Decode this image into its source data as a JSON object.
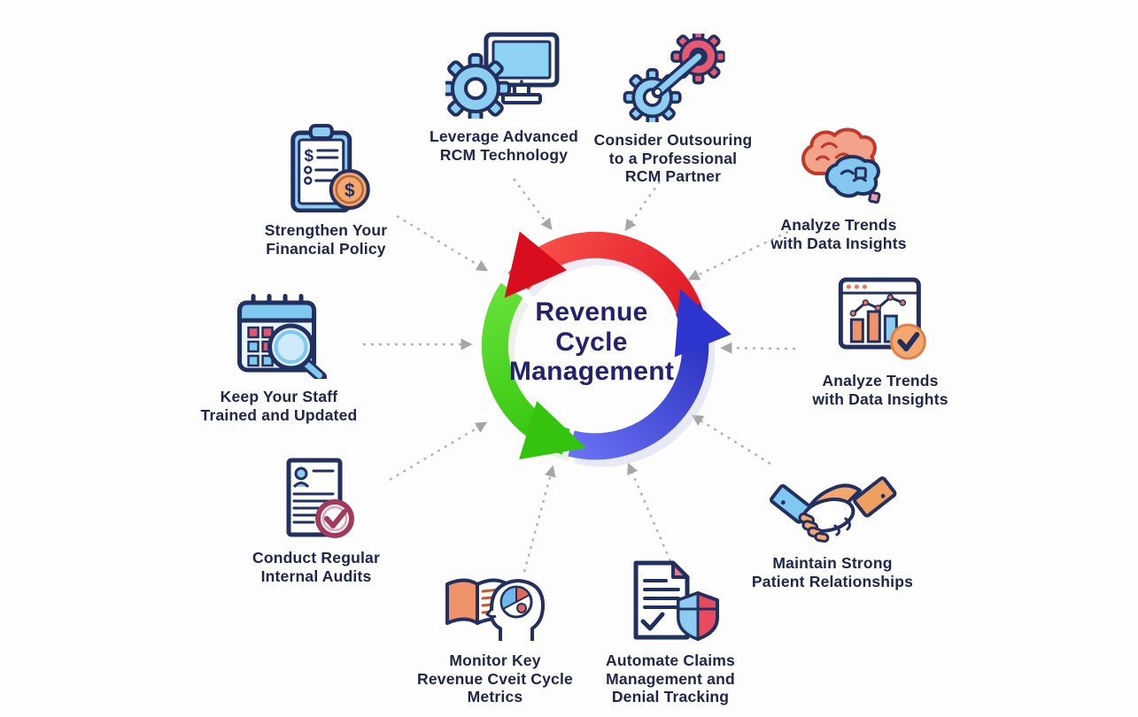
{
  "diagram": {
    "center": {
      "label": "Revenue Cycle Management",
      "lines": [
        "Revenue",
        "Cycle",
        "Management"
      ]
    },
    "cycle_direction": "counterclockwise",
    "colors": {
      "arc_red": "#e01523",
      "arc_green": "#42cf12",
      "arc_blue": "#3038cc",
      "center_text": "#232270",
      "label_text": "#20254a",
      "connector_gray": "#b2b2b2",
      "icon_blue": "#8ecdf2",
      "icon_orange": "#f5a76d",
      "icon_pink": "#e85a74",
      "icon_maroon": "#a23a5c",
      "outline_navy": "#223060"
    },
    "items": [
      {
        "id": "leverage-technology",
        "icon": "gear-monitor-icon",
        "label": "Leverage Advanced RCM Technology",
        "lines": [
          "Leverage Advanced",
          "RCM Technology"
        ]
      },
      {
        "id": "outsourcing",
        "icon": "dual-gears-tool-icon",
        "label": "Consider Outsouring to a Professional RCM Partner",
        "lines": [
          "Consider Outsouring",
          "to a Professional",
          "RCM Partner"
        ]
      },
      {
        "id": "analyze-trends-brain",
        "icon": "brain-insights-icon",
        "label": "Analyze Trends with Data Insights",
        "lines": [
          "Analyze Trends",
          "with Data Insights"
        ]
      },
      {
        "id": "analyze-trends-chart",
        "icon": "bar-chart-check-icon",
        "label": "Analyze Trends with Data Insights",
        "lines": [
          "Analyze Trends",
          "with Data Insights"
        ]
      },
      {
        "id": "patient-relationships",
        "icon": "handshake-icon",
        "label": "Maintain Strong Patient Relationships",
        "lines": [
          "Maintain Strong",
          "Patient Relationships"
        ]
      },
      {
        "id": "claims-automation",
        "icon": "document-shield-icon",
        "label": "Automate Claims Management and Denial Tracking",
        "lines": [
          "Automate Claims",
          "Management and",
          "Denial Tracking"
        ]
      },
      {
        "id": "monitor-metrics",
        "icon": "book-head-icon",
        "label": "Monitor Key Revenue Cveit Cycle Metrics",
        "lines": [
          "Monitor Key",
          "Revenue Cveit Cycle",
          "Metrics"
        ]
      },
      {
        "id": "internal-audits",
        "icon": "audit-document-check-icon",
        "label": "Conduct Regular Internal Audits",
        "lines": [
          "Conduct Regular",
          "Internal Audits"
        ]
      },
      {
        "id": "staff-training",
        "icon": "calendar-magnifier-icon",
        "label": "Keep Your Staff Trained and Updated",
        "lines": [
          "Keep Your Staff",
          "Trained and Updated"
        ]
      },
      {
        "id": "financial-policy",
        "icon": "clipboard-dollar-icon",
        "label": "Strengthen Your Financial Policy",
        "lines": [
          "Strengthen Your",
          "Financial Policy"
        ]
      }
    ]
  }
}
